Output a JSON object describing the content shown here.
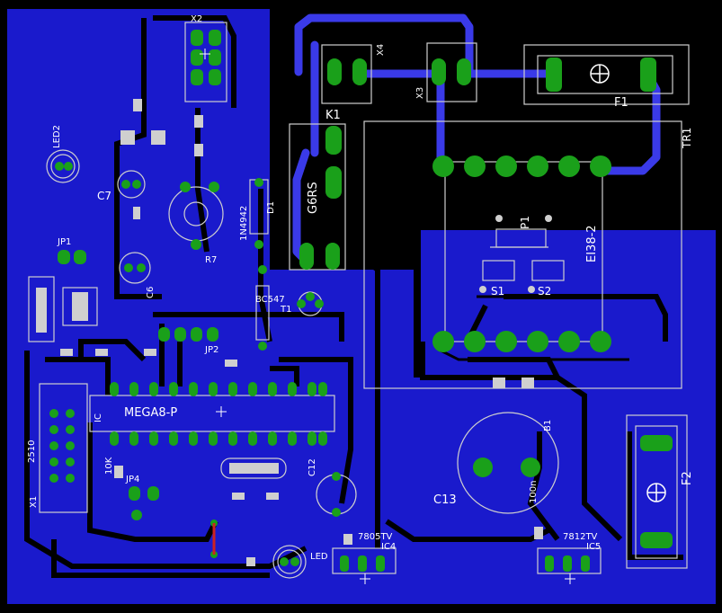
{
  "colors": {
    "background": "#000000",
    "copper_pour": "#1a1acc",
    "trace": "#3838e6",
    "trace_dark": "#000000",
    "pad": "#1aa01a",
    "pad_drill": "#0c2e0c",
    "silk": "#cfcfcf",
    "wire": "#cc2222"
  },
  "labels": {
    "x2": "X2",
    "x4": "X4",
    "x3": "X3",
    "f1": "F1",
    "tr1": "TR1",
    "k1": "K1",
    "g6rs": "G6RS",
    "d1": "D1",
    "d1_part": "1N4942",
    "led2": "LED2",
    "c7": "C7",
    "r7": "R7",
    "c6": "C6",
    "jp1": "JP1",
    "p1": "P1",
    "ei38": "EI38-2",
    "s1": "S1",
    "s2": "S2",
    "bc547": "BC547",
    "t1": "T1",
    "jp2": "JP2",
    "mega8": "MEGA8-P",
    "x1_part": "2510",
    "x1": "X1",
    "c12": "C12",
    "jp4": "JP4",
    "c13": "C13",
    "b1": "B1",
    "f2": "F2",
    "led": "LED",
    "ic4_part": "7805TV",
    "ic4": "IC4",
    "ic5_part": "7812TV",
    "ic5": "IC5",
    "ic": "IC",
    "l10k": "10K",
    "c100n": "100n"
  }
}
